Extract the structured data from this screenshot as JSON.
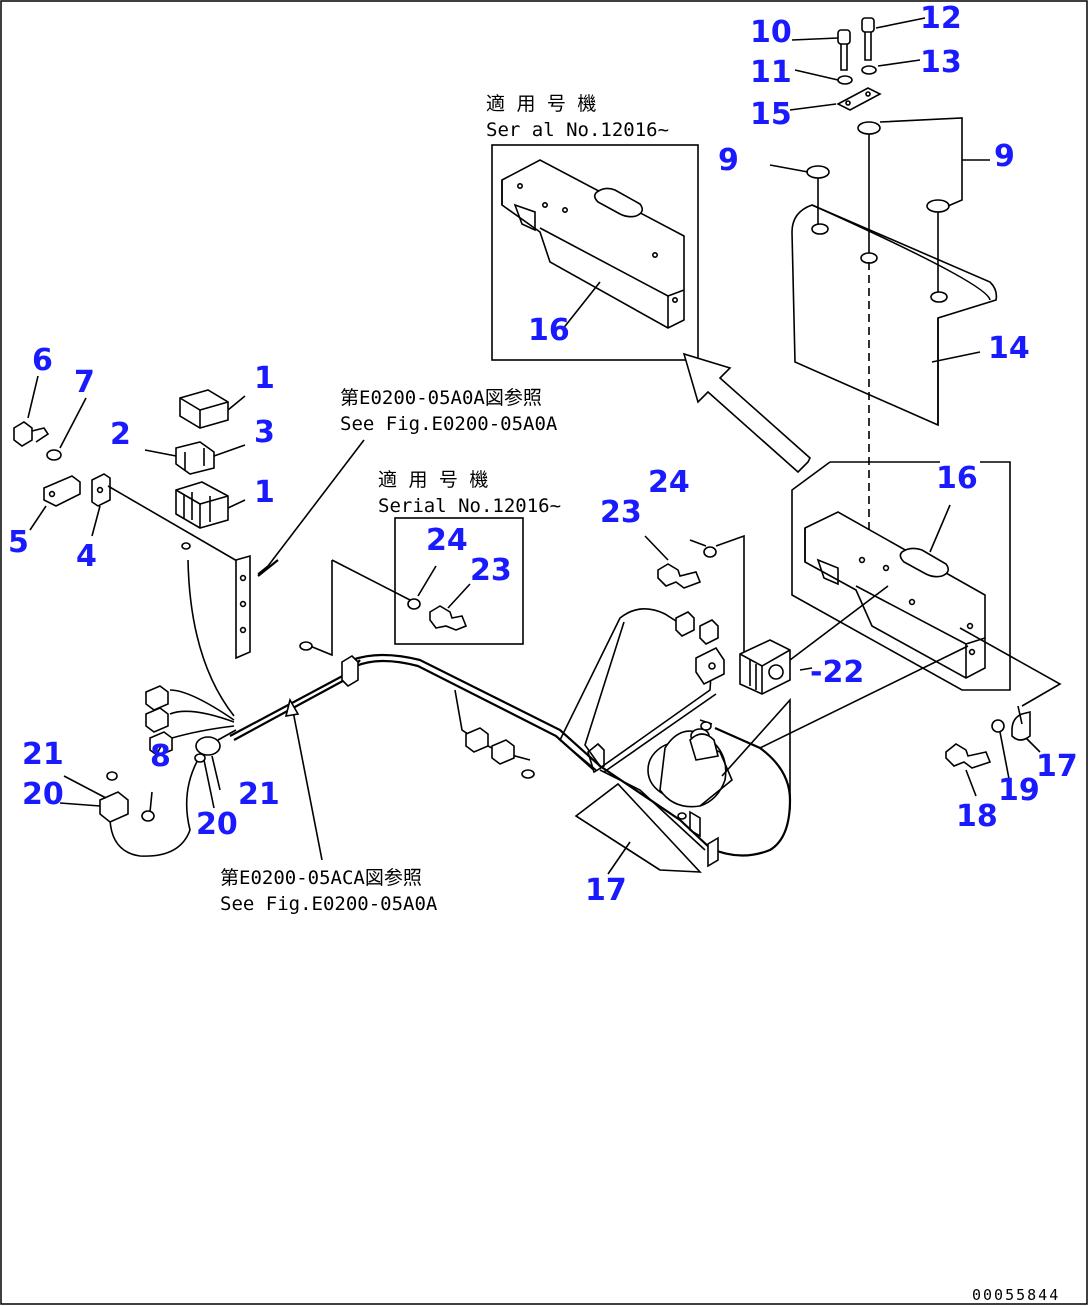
{
  "notes": {
    "serial_top_jp": "適 用 号 機",
    "serial_top_en": "Ser al No.12016~",
    "see_fig_top_jp": "第E0200-05A0A図参照",
    "see_fig_top_en": "See Fig.E0200-05A0A",
    "serial_mid_jp": "適 用 号 機",
    "serial_mid_en": "Serial No.12016~",
    "see_fig_bottom_jp": "第E0200-05ACA図参照",
    "see_fig_bottom_en": "See Fig.E0200-05A0A"
  },
  "doc_id": "00055844",
  "callouts": {
    "c10": "10",
    "c12": "12",
    "c11": "11",
    "c13": "13",
    "c15": "15",
    "c9a": "9",
    "c9b": "9",
    "c16a": "16",
    "c14": "14",
    "c6": "6",
    "c7": "7",
    "c1a": "1",
    "c2": "2",
    "c3": "3",
    "c1b": "1",
    "c5": "5",
    "c4": "4",
    "c24a": "24",
    "c23a": "23",
    "c24b": "24",
    "c23b": "23",
    "c16b": "16",
    "c22": "-22",
    "c8": "8",
    "c21a": "21",
    "c20a": "20",
    "c21b": "21",
    "c20b": "20",
    "c17a": "17",
    "c18": "18",
    "c19": "19",
    "c17b": "17"
  }
}
